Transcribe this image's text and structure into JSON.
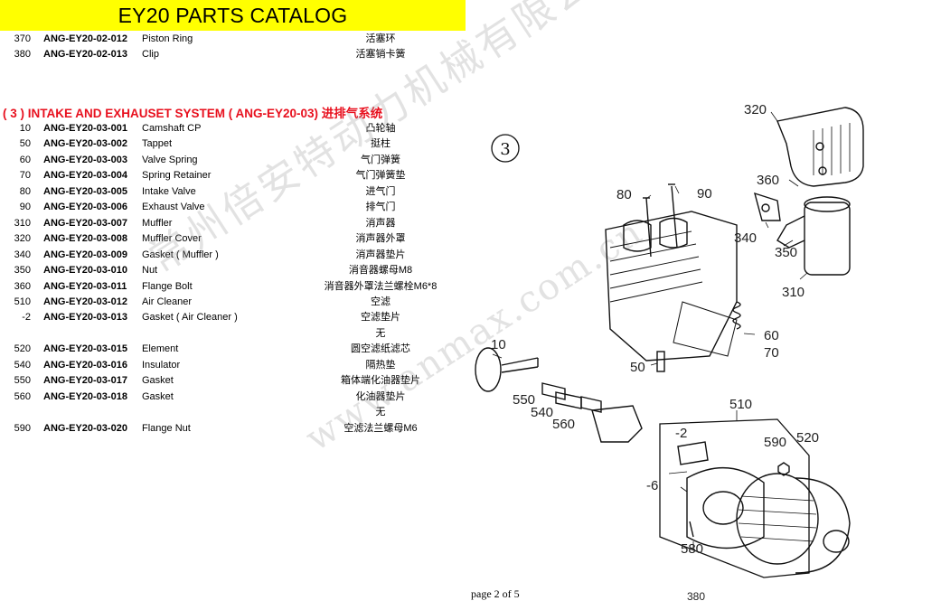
{
  "title": "EY20 PARTS CATALOG",
  "top_rows": [
    {
      "ref": "370",
      "code": "ANG-EY20-02-012",
      "name": "Piston Ring",
      "cn": "活塞环"
    },
    {
      "ref": "380",
      "code": "ANG-EY20-02-013",
      "name": "Clip",
      "cn": "活塞销卡簧"
    }
  ],
  "section": {
    "heading": "( 3 ) INTAKE AND EXHAUSET SYSTEM ( ANG-EY20-03) 进排气系统",
    "rows": [
      {
        "ref": "10",
        "code": "ANG-EY20-03-001",
        "name": "Camshaft CP",
        "cn": "凸轮轴"
      },
      {
        "ref": "50",
        "code": "ANG-EY20-03-002",
        "name": "Tappet",
        "cn": "挺柱"
      },
      {
        "ref": "60",
        "code": "ANG-EY20-03-003",
        "name": "Valve Spring",
        "cn": "气门弹簧"
      },
      {
        "ref": "70",
        "code": "ANG-EY20-03-004",
        "name": "Spring Retainer",
        "cn": "气门弹簧垫"
      },
      {
        "ref": "80",
        "code": "ANG-EY20-03-005",
        "name": "Intake Valve",
        "cn": "进气门"
      },
      {
        "ref": "90",
        "code": "ANG-EY20-03-006",
        "name": "Exhaust Valve",
        "cn": "排气门"
      },
      {
        "ref": "310",
        "code": "ANG-EY20-03-007",
        "name": "Muffler",
        "cn": "消声器"
      },
      {
        "ref": "320",
        "code": "ANG-EY20-03-008",
        "name": "Muffler Cover",
        "cn": "消声器外罩"
      },
      {
        "ref": "340",
        "code": "ANG-EY20-03-009",
        "name": "Gasket ( Muffler )",
        "cn": "消声器垫片"
      },
      {
        "ref": "350",
        "code": "ANG-EY20-03-010",
        "name": "Nut",
        "cn": "消音器螺母M8"
      },
      {
        "ref": "360",
        "code": "ANG-EY20-03-011",
        "name": "Flange Bolt",
        "cn": "消音器外罩法兰螺栓M6*8"
      },
      {
        "ref": "510",
        "code": "ANG-EY20-03-012",
        "name": "Air Cleaner",
        "cn": "空滤"
      },
      {
        "ref": "-2",
        "code": "ANG-EY20-03-013",
        "name": "Gasket ( Air Cleaner )",
        "cn": "空滤垫片"
      },
      {
        "ref": "",
        "code": "",
        "name": "",
        "cn": "无"
      },
      {
        "ref": "520",
        "code": "ANG-EY20-03-015",
        "name": "Element",
        "cn": "圆空滤纸滤芯"
      },
      {
        "ref": "540",
        "code": "ANG-EY20-03-016",
        "name": "Insulator",
        "cn": "隔热垫"
      },
      {
        "ref": "550",
        "code": "ANG-EY20-03-017",
        "name": "Gasket",
        "cn": "箱体端化油器垫片"
      },
      {
        "ref": "560",
        "code": "ANG-EY20-03-018",
        "name": "Gasket",
        "cn": "化油器垫片"
      },
      {
        "ref": "",
        "code": "",
        "name": "",
        "cn": "无"
      },
      {
        "ref": "590",
        "code": "ANG-EY20-03-020",
        "name": "Flange Nut",
        "cn": "空滤法兰螺母M6"
      }
    ]
  },
  "diagram": {
    "section_marker": "3",
    "callouts": [
      "320",
      "360",
      "80",
      "90",
      "340",
      "350",
      "310",
      "60",
      "70",
      "10",
      "50",
      "550",
      "540",
      "560",
      "510",
      "-2",
      "590",
      "520",
      "-6",
      "580",
      "380"
    ],
    "watermark_cn": "常州倍安特动力机械有限公司",
    "watermark_url": "www.anmax.com.cn"
  },
  "footer": "page 2 of 5"
}
